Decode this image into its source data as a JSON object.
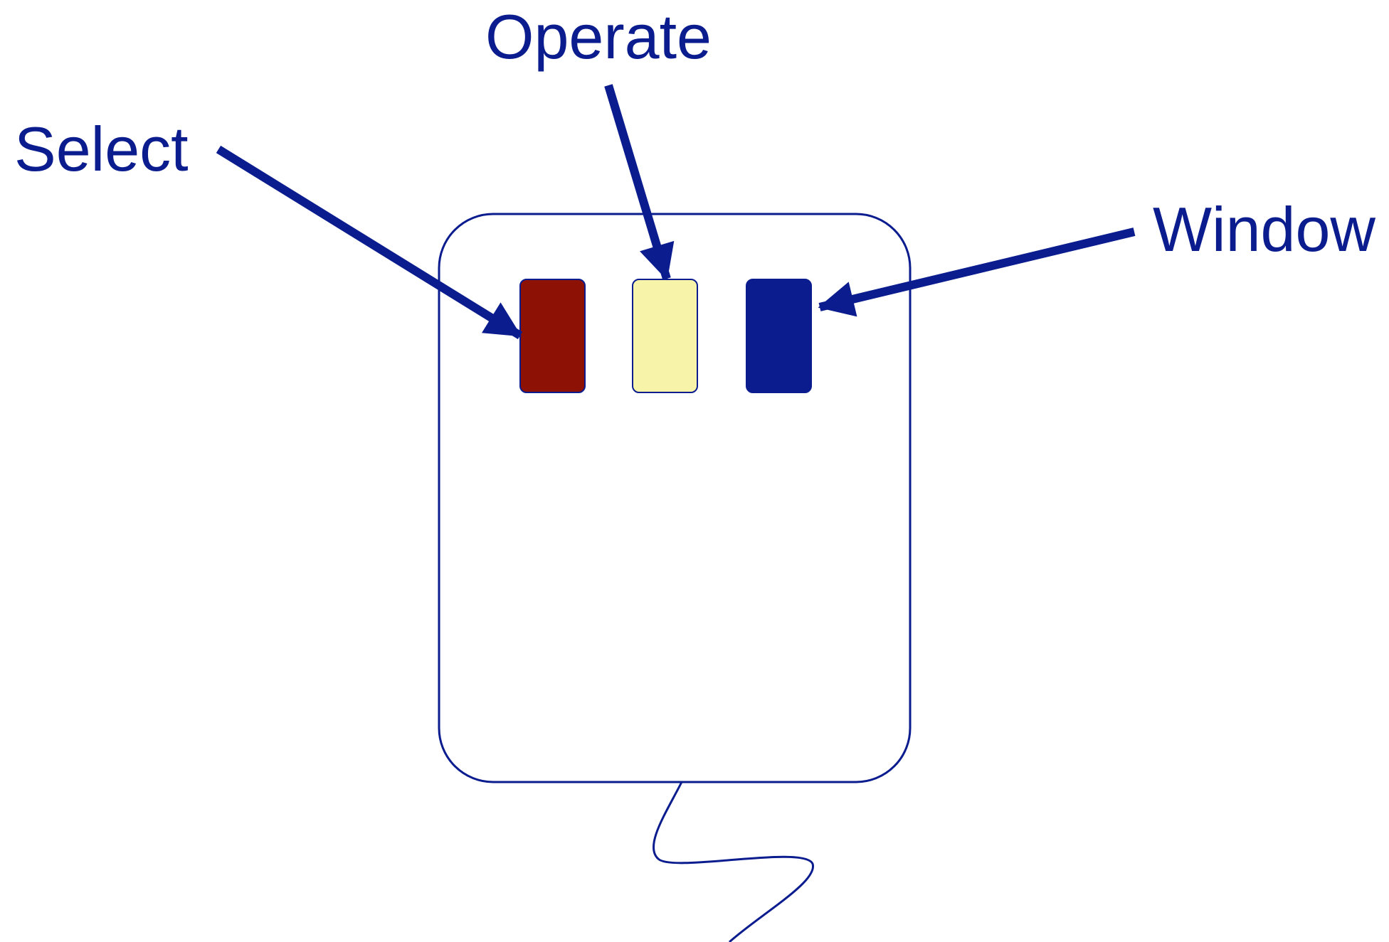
{
  "labels": {
    "select": "Select",
    "operate": "Operate",
    "window": "Window"
  },
  "colors": {
    "ink": "#0a1c8e",
    "select_button": "#8e1106",
    "operate_button": "#f7f4a9",
    "window_button": "#0a1c8e",
    "background": "#ffffff"
  }
}
